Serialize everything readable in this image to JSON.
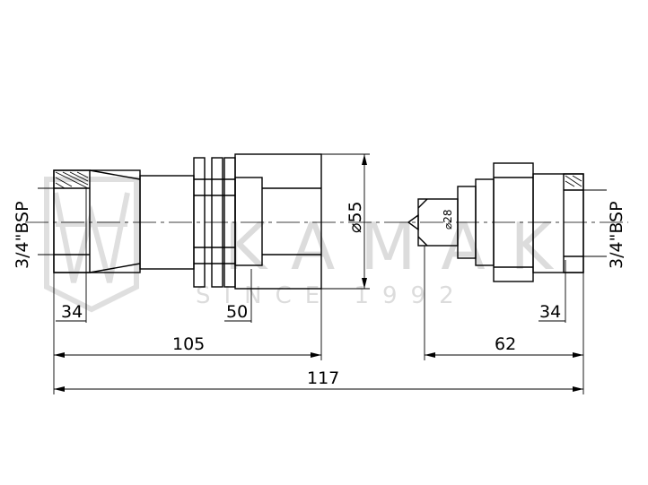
{
  "watermark": {
    "brand": "KAMAK",
    "tagline": "SINCE 1992"
  },
  "dimensions": {
    "thread_left": "3/4\"BSP",
    "thread_right": "3/4\"BSP",
    "diameter_body": "⌀55",
    "diameter_nipple": "⌀28",
    "hex_left": "34",
    "hex_mid": "50",
    "hex_right": "34",
    "length_female": "105",
    "length_male": "62",
    "length_total": "117"
  },
  "colors": {
    "line": "#000000",
    "watermark": "#d9d9d9"
  }
}
